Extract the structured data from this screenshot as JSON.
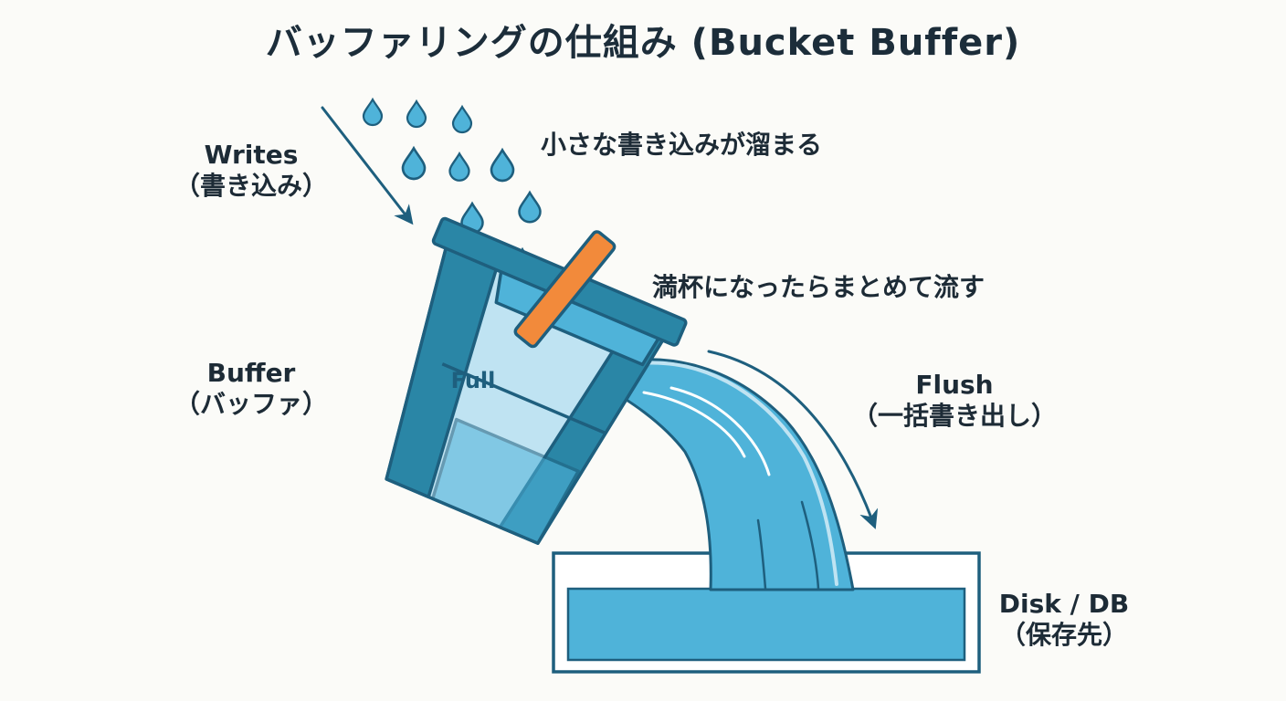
{
  "title": "バッファリングの仕組み (Bucket Buffer)",
  "labels": {
    "writes_en": "Writes",
    "writes_ja": "（書き込み）",
    "buffer_en": "Buffer",
    "buffer_ja": "（バッファ）",
    "flush_en": "Flush",
    "flush_ja": "（一括書き出し）",
    "disk_en": "Disk / DB",
    "disk_ja": "（保存先）",
    "full": "Full"
  },
  "notes": {
    "accumulate": "小さな書き込みが溜まる",
    "overflow": "満杯になったらまとめて流す"
  },
  "icons": {
    "drops": "water-drop-icon",
    "bucket": "bucket-icon",
    "lever": "lever-icon",
    "stream": "water-stream-icon",
    "tank": "tank-icon"
  },
  "colors": {
    "outline": "#1e5f7e",
    "bucket_dark": "#2a86a6",
    "bucket_mid": "#4fb3d9",
    "bucket_light": "#bfe3f2",
    "water": "#4fb3d9",
    "lever": "#f28a3b",
    "text": "#1d2b36"
  }
}
